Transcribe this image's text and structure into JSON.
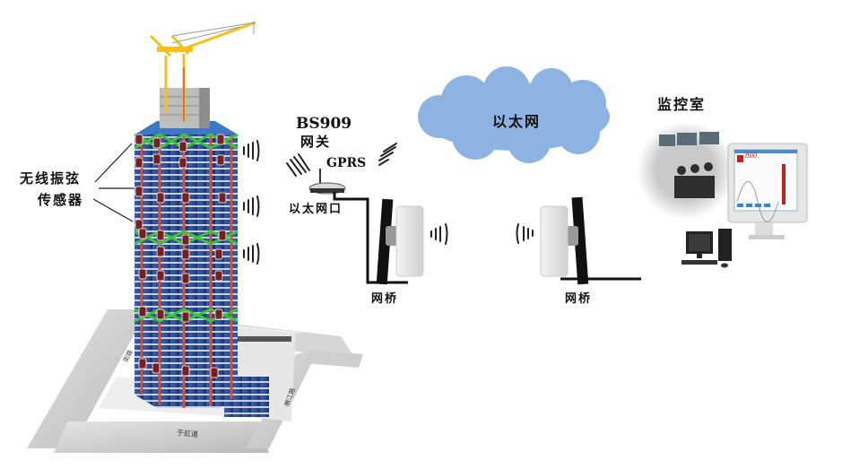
{
  "diagram": {
    "title": "无线振弦传感器监测系统拓扑",
    "sensor_label_line1": "无线振弦",
    "sensor_label_line2": "传感器",
    "gateway_model": "BS909",
    "gateway_label": "网关",
    "gprs_label": "GPRS",
    "ethernet_port_label": "以太网口",
    "cloud_label": "以太网",
    "bridge_left_label": "网桥",
    "bridge_right_label": "网桥",
    "control_room_label": "监控室",
    "monitor_reading": "800.",
    "street_left": "街路",
    "street_right": "嫩江路",
    "street_bottom": "于虹道"
  },
  "colors": {
    "cloud": "#8db3e2",
    "tower_body": "#2a4a8a",
    "tower_brace": "#3cc43c",
    "tower_column": "#d2553c",
    "crane": "#f2c21a",
    "cable": "#111111",
    "road": "#c8c8c8"
  }
}
